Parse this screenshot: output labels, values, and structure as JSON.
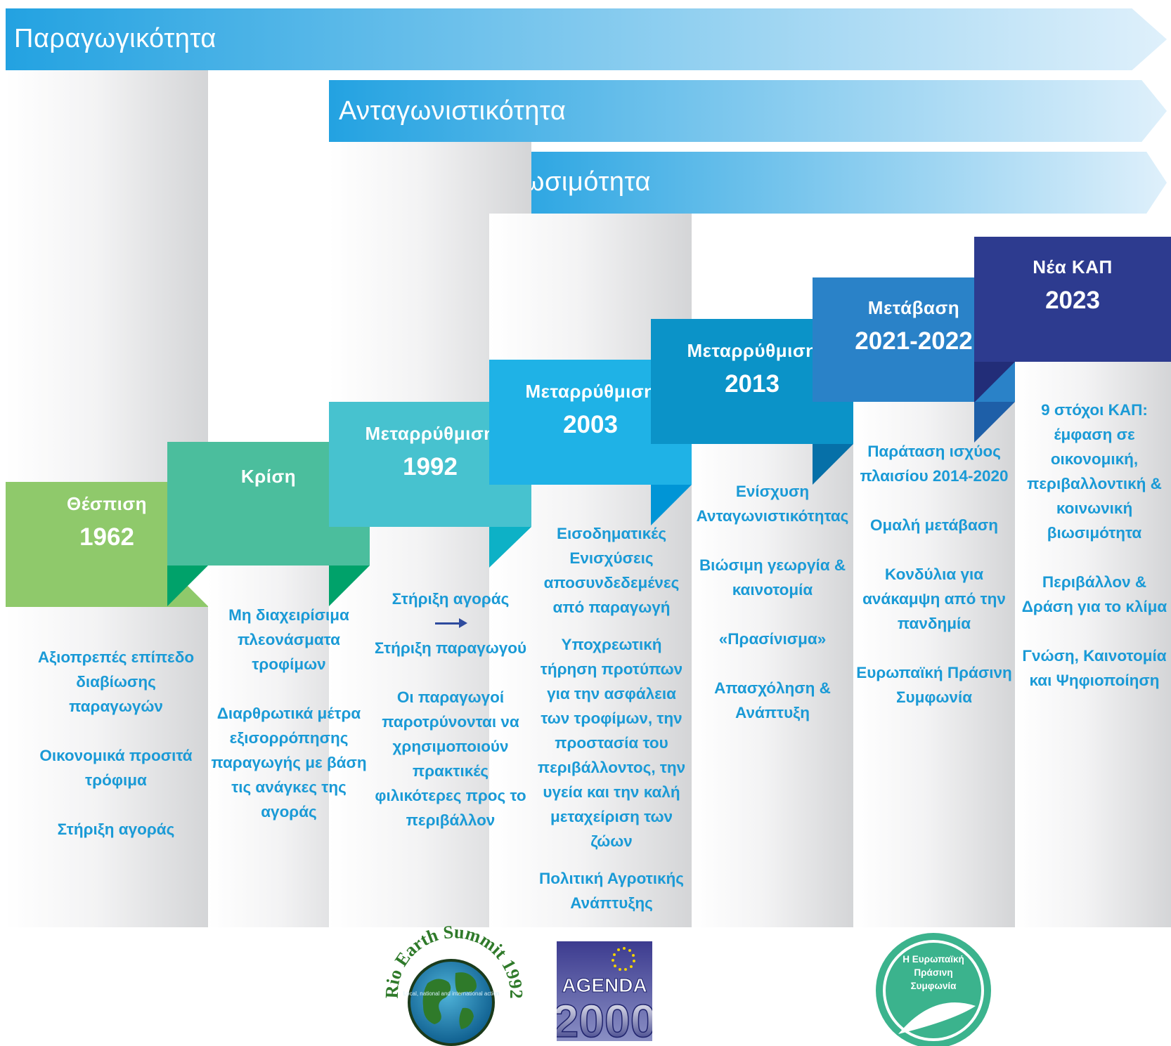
{
  "bands": [
    {
      "label": "Παραγωγικότητα",
      "color_start": "#23a2e1",
      "color_end": "#dff0fb"
    },
    {
      "label": "Ανταγωνιστικότητα",
      "color_start": "#23a2e1",
      "color_end": "#dff0fb"
    },
    {
      "label": "Βιωσιμότητα",
      "color_start": "#23a2e1",
      "color_end": "#dff0fb"
    }
  ],
  "stages": [
    {
      "title": "Θέσπιση",
      "year": "1962",
      "color": "#8fc96b",
      "fold_color": "#00a26a",
      "items": [
        "Αξιοπρεπές επίπεδο διαβίωσης παραγωγών",
        "Οικονομικά προσιτά τρόφιμα",
        "Στήριξη αγοράς"
      ]
    },
    {
      "title": "Κρίση",
      "year": "",
      "color": "#4bbe9d",
      "fold_color": "#00a26a",
      "items": [
        "Μη διαχειρίσιμα πλεονάσματα τροφίμων",
        "Διαρθρωτικά μέτρα εξισορρόπησης παραγωγής με βάση τις ανάγκες της αγοράς"
      ]
    },
    {
      "title": "Μεταρρύθμιση",
      "year": "1992",
      "color": "#47c2cf",
      "fold_color": "#0db1c6",
      "items_before": [
        "Στήριξη αγοράς"
      ],
      "arrow_icon": "right-arrow-icon",
      "items": [
        "Στήριξη παραγωγού",
        "Οι παραγωγοί παροτρύνονται να χρησιμοποιούν πρακτικές φιλικότερες προς το περιβάλλον"
      ]
    },
    {
      "title": "Μεταρρύθμιση",
      "year": "2003",
      "color": "#1fb2e6",
      "fold_color": "#0095d6",
      "items": [
        "Εισοδηματικές Ενισχύσεις αποσυνδεδεμένες από παραγωγή",
        "Υποχρεωτική τήρηση προτύπων για την ασφάλεια των τροφίμων, την προστασία του περιβάλλοντος, την υγεία και την καλή μεταχείριση των ζώων",
        "Πολιτική Αγροτικής Ανάπτυξης"
      ]
    },
    {
      "title": "Μεταρρύθμιση",
      "year": "2013",
      "color": "#0b93c8",
      "fold_color": "#0670a8",
      "items": [
        "Ενίσχυση Ανταγωνιστικότητας",
        "Βιώσιμη γεωργία & καινοτομία",
        "«Πρασίνισμα»",
        "Απασχόληση & Ανάπτυξη"
      ]
    },
    {
      "title": "Μετάβαση",
      "year": "2021-2022",
      "color": "#2a82c8",
      "fold_color": "#1e5fa8",
      "items": [
        "Παράταση ισχύος πλαισίου 2014-2020",
        "Ομαλή μετάβαση",
        "Κονδύλια για ανάκαμψη από την πανδημία",
        "Ευρωπαϊκή Πράσινη Συμφωνία"
      ]
    },
    {
      "title": "Νέα ΚΑΠ",
      "year": "2023",
      "color": "#2d3b8f",
      "fold_color": "#222d78",
      "items": [
        "9 στόχοι ΚΑΠ: έμφαση σε οικονομική, περιβαλλοντική & κοινωνική βιωσιμότητα",
        "Περιβάλλον & Δράση για το κλίμα",
        "Γνώση, Καινοτομία και Ψηφιοποίηση"
      ]
    }
  ],
  "logos": {
    "rio": {
      "text": "Rio Earth Summit 1992",
      "inner": "Local, national and international action"
    },
    "agenda": {
      "top": "AGENDA",
      "bottom": "2000"
    },
    "green_deal": {
      "text": "Η Ευρωπαϊκή Πράσινη Συμφωνία",
      "color": "#3bb38d"
    }
  }
}
